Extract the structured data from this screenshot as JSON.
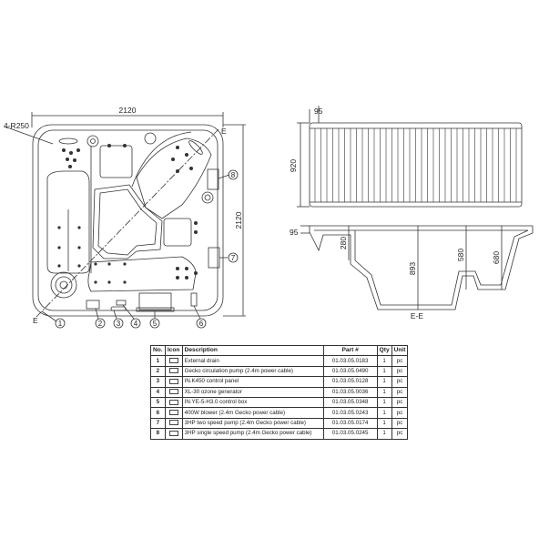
{
  "plan_view": {
    "width_dim": "2120",
    "height_dim": "2120",
    "corner_radius_label": "4-R250",
    "section_marker": "E",
    "callouts": [
      "1",
      "2",
      "3",
      "4",
      "5",
      "6",
      "7",
      "8"
    ]
  },
  "top_view": {
    "rim_dim": "95",
    "height_dim": "920"
  },
  "section_view": {
    "rim_dim": "95",
    "dims": [
      "280",
      "893",
      "580",
      "680"
    ],
    "label": "E-E"
  },
  "parts_table": {
    "headers": [
      "No.",
      "Icon",
      "Description",
      "Part #",
      "Qty",
      "Unit"
    ],
    "rows": [
      {
        "no": "1",
        "icon": "drain-icon",
        "description": "External drain",
        "part": "01.03.05.0183",
        "qty": "1",
        "unit": "pc"
      },
      {
        "no": "2",
        "icon": "circulation-pump-icon",
        "description": "Gecko circulation pump (2.4m power cable)",
        "part": "01.03.05.0490",
        "qty": "1",
        "unit": "pc"
      },
      {
        "no": "3",
        "icon": "control-panel-icon",
        "description": "IN.K450 control panel",
        "part": "01.03.05.0128",
        "qty": "1",
        "unit": "pc"
      },
      {
        "no": "4",
        "icon": "ozone-generator-icon",
        "description": "XL-30 ozone generator",
        "part": "01.03.05.0036",
        "qty": "1",
        "unit": "pc"
      },
      {
        "no": "5",
        "icon": "control-box-icon",
        "description": "IN.YE-5-H3.0 control box",
        "part": "01.03.05.0348",
        "qty": "1",
        "unit": "pc"
      },
      {
        "no": "6",
        "icon": "blower-icon",
        "description": "400W blower (2.4m Gecko power cable)",
        "part": "01.03.05.0243",
        "qty": "1",
        "unit": "pc"
      },
      {
        "no": "7",
        "icon": "two-speed-pump-icon",
        "description": "3HP two speed pump (2.4m Gecko power cable)",
        "part": "01.03.05.0174",
        "qty": "1",
        "unit": "pc"
      },
      {
        "no": "8",
        "icon": "single-speed-pump-icon",
        "description": "3HP single speed pump (2.4m Gecko power cable)",
        "part": "01.03.05.0245",
        "qty": "1",
        "unit": "pc"
      }
    ]
  }
}
